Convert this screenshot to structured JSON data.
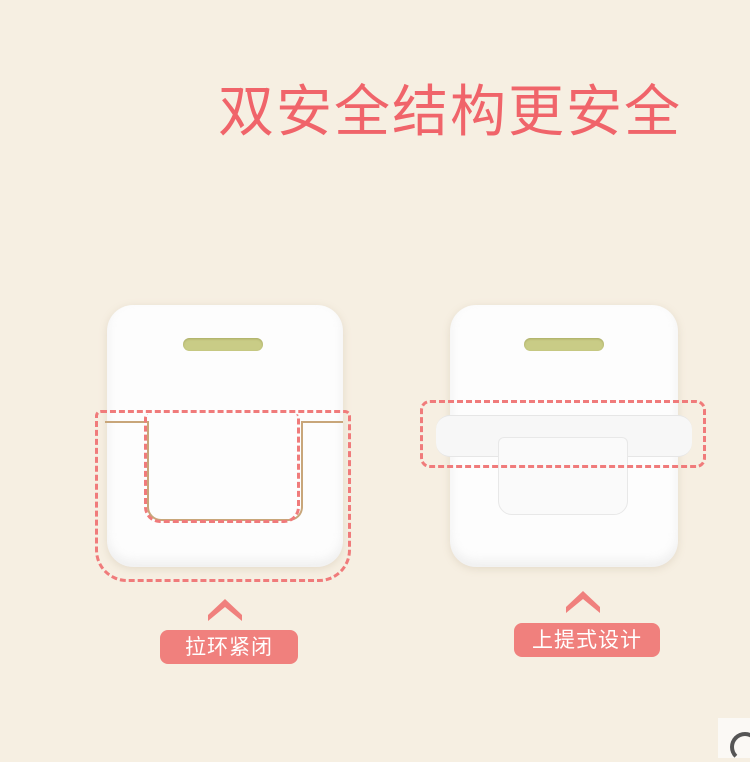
{
  "headline": "双安全结构更安全",
  "products": [
    {
      "id": "left",
      "feature_label": "拉环紧闭",
      "indicator_icon": "chevron-up-icon"
    },
    {
      "id": "right",
      "feature_label": "上提式设计",
      "indicator_icon": "chevron-up-icon"
    }
  ],
  "colors": {
    "background": "#f6efe2",
    "headline": "#f0646a",
    "dashed_outline": "#f07b7b",
    "label_pill": "#f0807d",
    "slot": "#c9cc86"
  },
  "corner_widget": {
    "icon": "search-icon"
  }
}
